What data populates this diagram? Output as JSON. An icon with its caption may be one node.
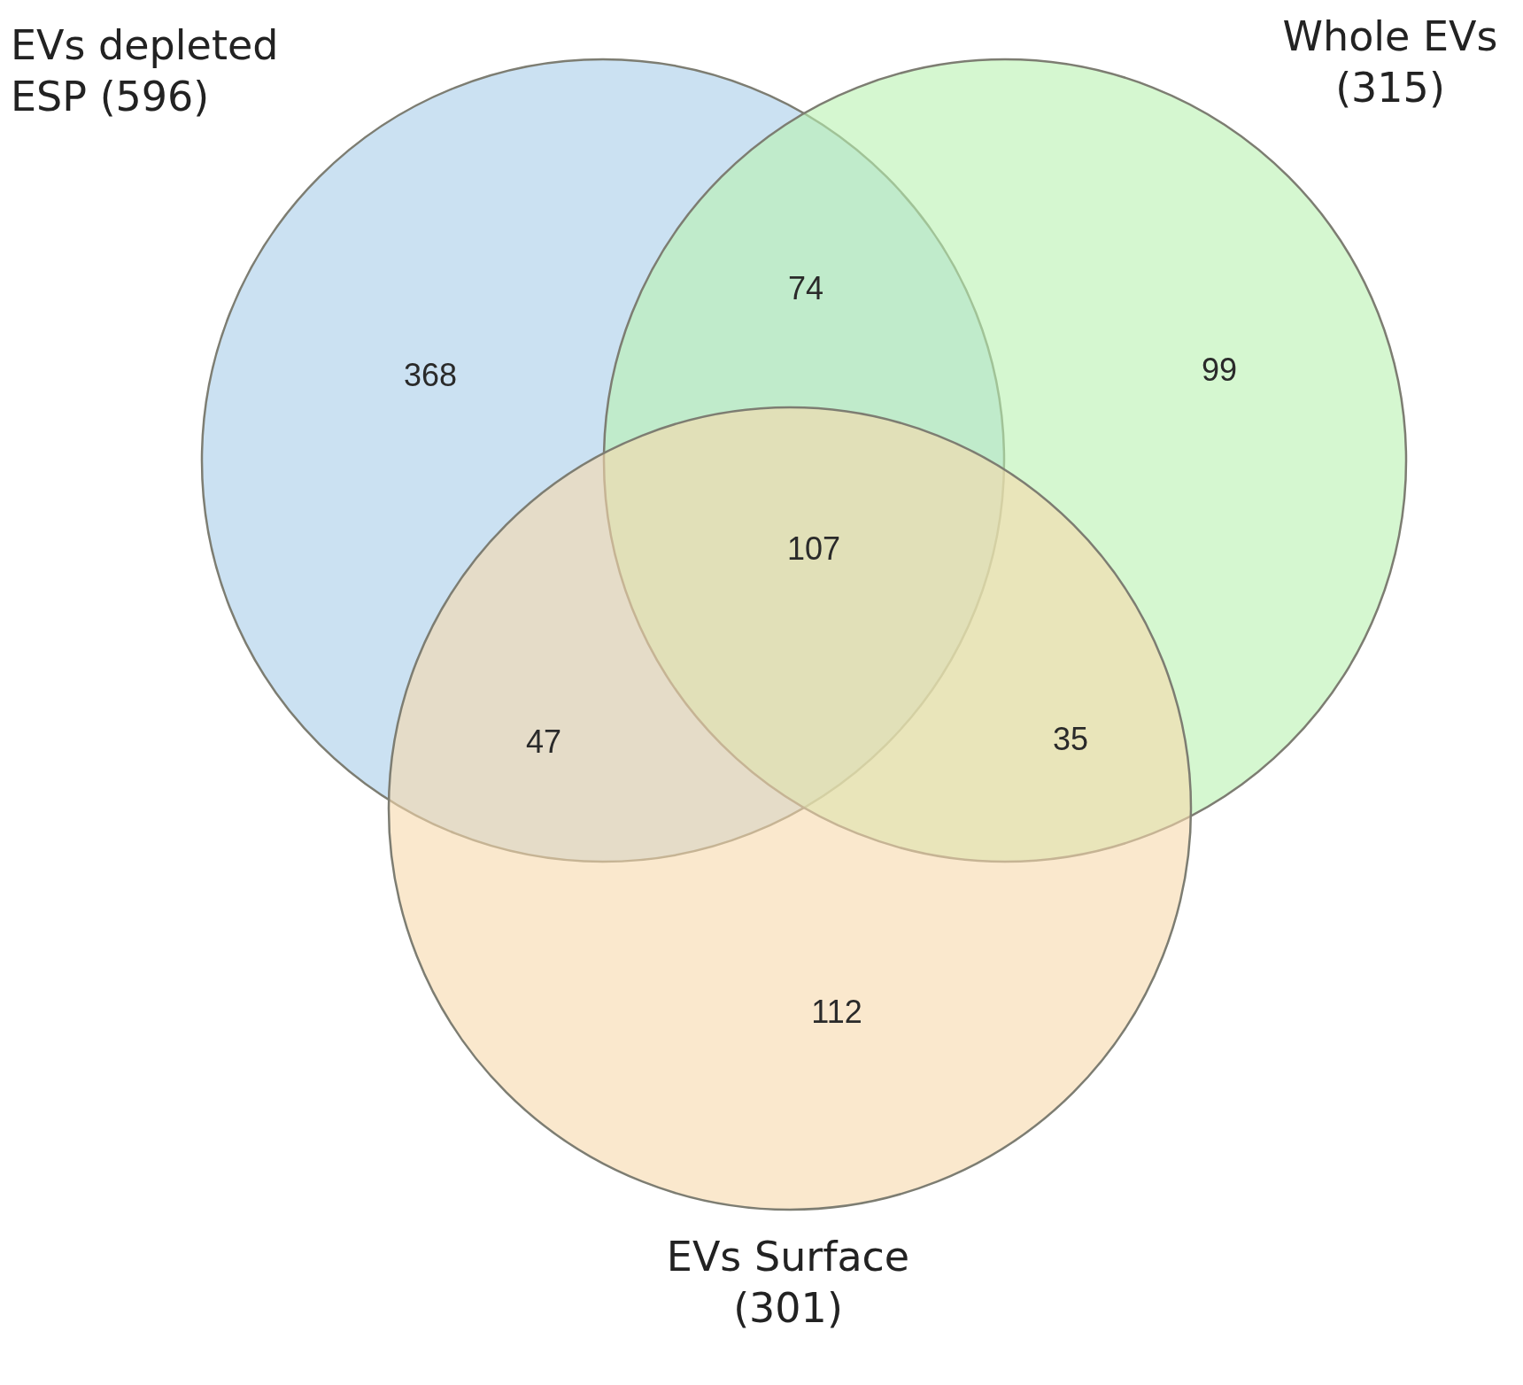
{
  "diagram": {
    "nodes": [
      {
        "text": [
          "EVs depleted ESP (596)"
        ]
      },
      {
        "text": [
          "Whole EVs (315)"
        ]
      },
      {
        "text": [
          "EVs Surface (301)"
        ]
      }
    ],
    "edges": [],
    "labels": [
      "74",
      "368",
      "99",
      "107",
      "47",
      "35",
      "112"
    ]
  }
}
